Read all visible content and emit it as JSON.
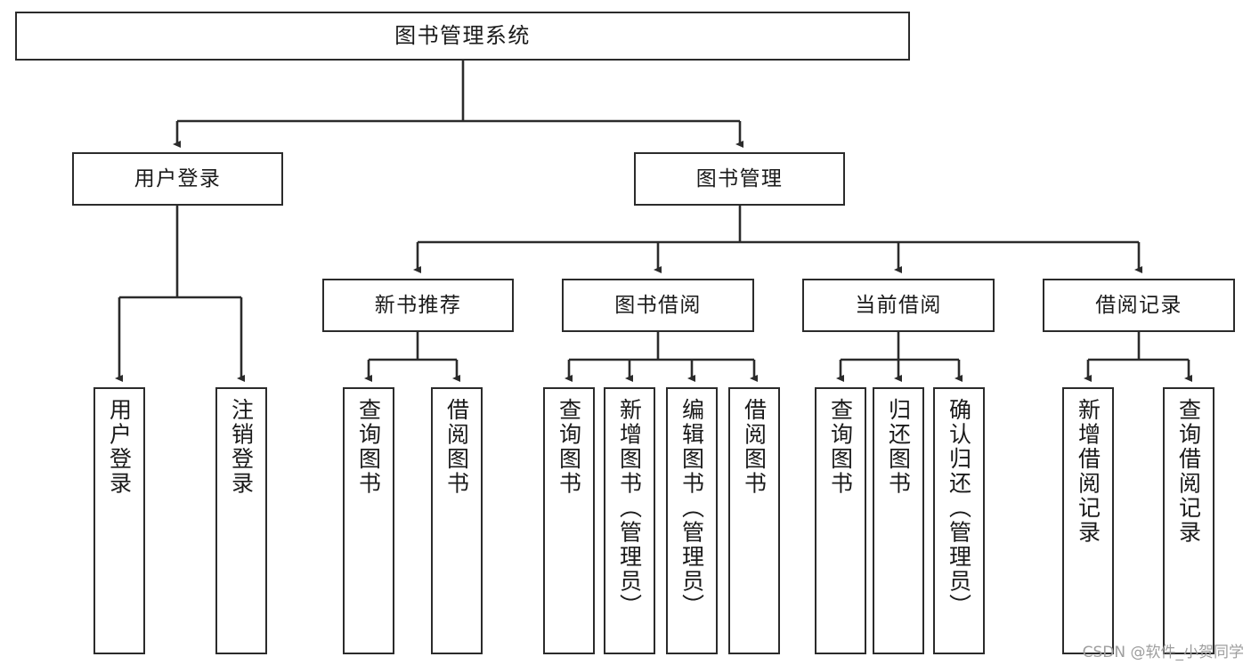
{
  "diagram": {
    "title": "图书管理系统",
    "type": "tree-hierarchy",
    "watermark": "CSDN @软件_小贺同学",
    "colors": {
      "box_border": "#2b2b2b",
      "box_fill": "#ffffff",
      "connector": "#2b2b2b",
      "text": "#1a1a1a",
      "watermark": "#9e9e9e"
    }
  },
  "nodes": {
    "root": {
      "label": "图书管理系统"
    },
    "level2": [
      {
        "label": "用户登录"
      },
      {
        "label": "图书管理"
      }
    ],
    "level3": [
      {
        "label": "新书推荐"
      },
      {
        "label": "图书借阅"
      },
      {
        "label": "当前借阅"
      },
      {
        "label": "借阅记录"
      }
    ],
    "leaves": {
      "user_login": [
        {
          "label": "用户登录"
        },
        {
          "label": "注销登录"
        }
      ],
      "new_book": [
        {
          "label": "查询图书"
        },
        {
          "label": "借阅图书"
        }
      ],
      "book_borrow": [
        {
          "label": "查询图书"
        },
        {
          "label": "新增图书（管理员）"
        },
        {
          "label": "编辑图书（管理员）"
        },
        {
          "label": "借阅图书"
        }
      ],
      "current_borrow": [
        {
          "label": "查询图书"
        },
        {
          "label": "归还图书"
        },
        {
          "label": "确认归还（管理员）"
        }
      ],
      "borrow_record": [
        {
          "label": "新增借阅记录"
        },
        {
          "label": "查询借阅记录"
        }
      ]
    }
  }
}
